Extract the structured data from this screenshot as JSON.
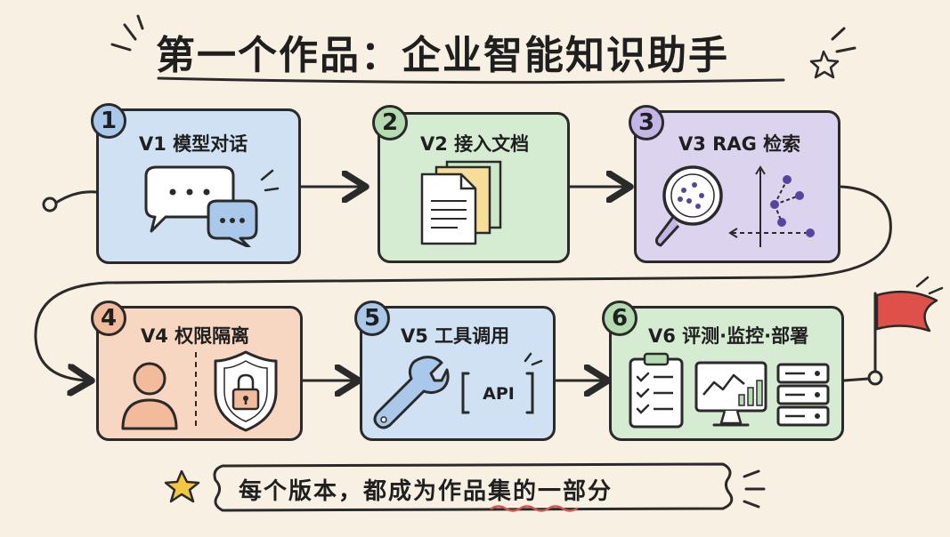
{
  "title": "第一个作品：企业智能知识助手",
  "steps": [
    {
      "number": "1",
      "label": "V1 模型对话",
      "color": "#cfe1f3",
      "badge_color": "#a9c8ea",
      "icon": "chat-bubbles-icon"
    },
    {
      "number": "2",
      "label": "V2 接入文档",
      "color": "#d5ecd3",
      "badge_color": "#b4dcb0",
      "icon": "documents-icon"
    },
    {
      "number": "3",
      "label": "V3 RAG 检索",
      "color": "#dcd3ef",
      "badge_color": "#c3b5e6",
      "icon": "magnifier-vector-icon"
    },
    {
      "number": "4",
      "label": "V4 权限隔离",
      "color": "#f7d6c2",
      "badge_color": "#f1bb9c",
      "icon": "user-lock-icon"
    },
    {
      "number": "5",
      "label": "V5 工具调用",
      "color": "#cfe1f3",
      "badge_color": "#a9c8ea",
      "icon": "wrench-api-icon"
    },
    {
      "number": "6",
      "label": "V6 评测·监控·部署",
      "color": "#d5ecd3",
      "badge_color": "#b4dcb0",
      "icon": "checklist-monitor-server-icon"
    }
  ],
  "api_label": "API",
  "footer": "每个版本，都成为作品集的一部分",
  "colors": {
    "background": "#f8f0e3",
    "outline": "#2a2a2a",
    "flag": "#e0504a",
    "star": "#f2c744",
    "underline": "#d9534f"
  }
}
